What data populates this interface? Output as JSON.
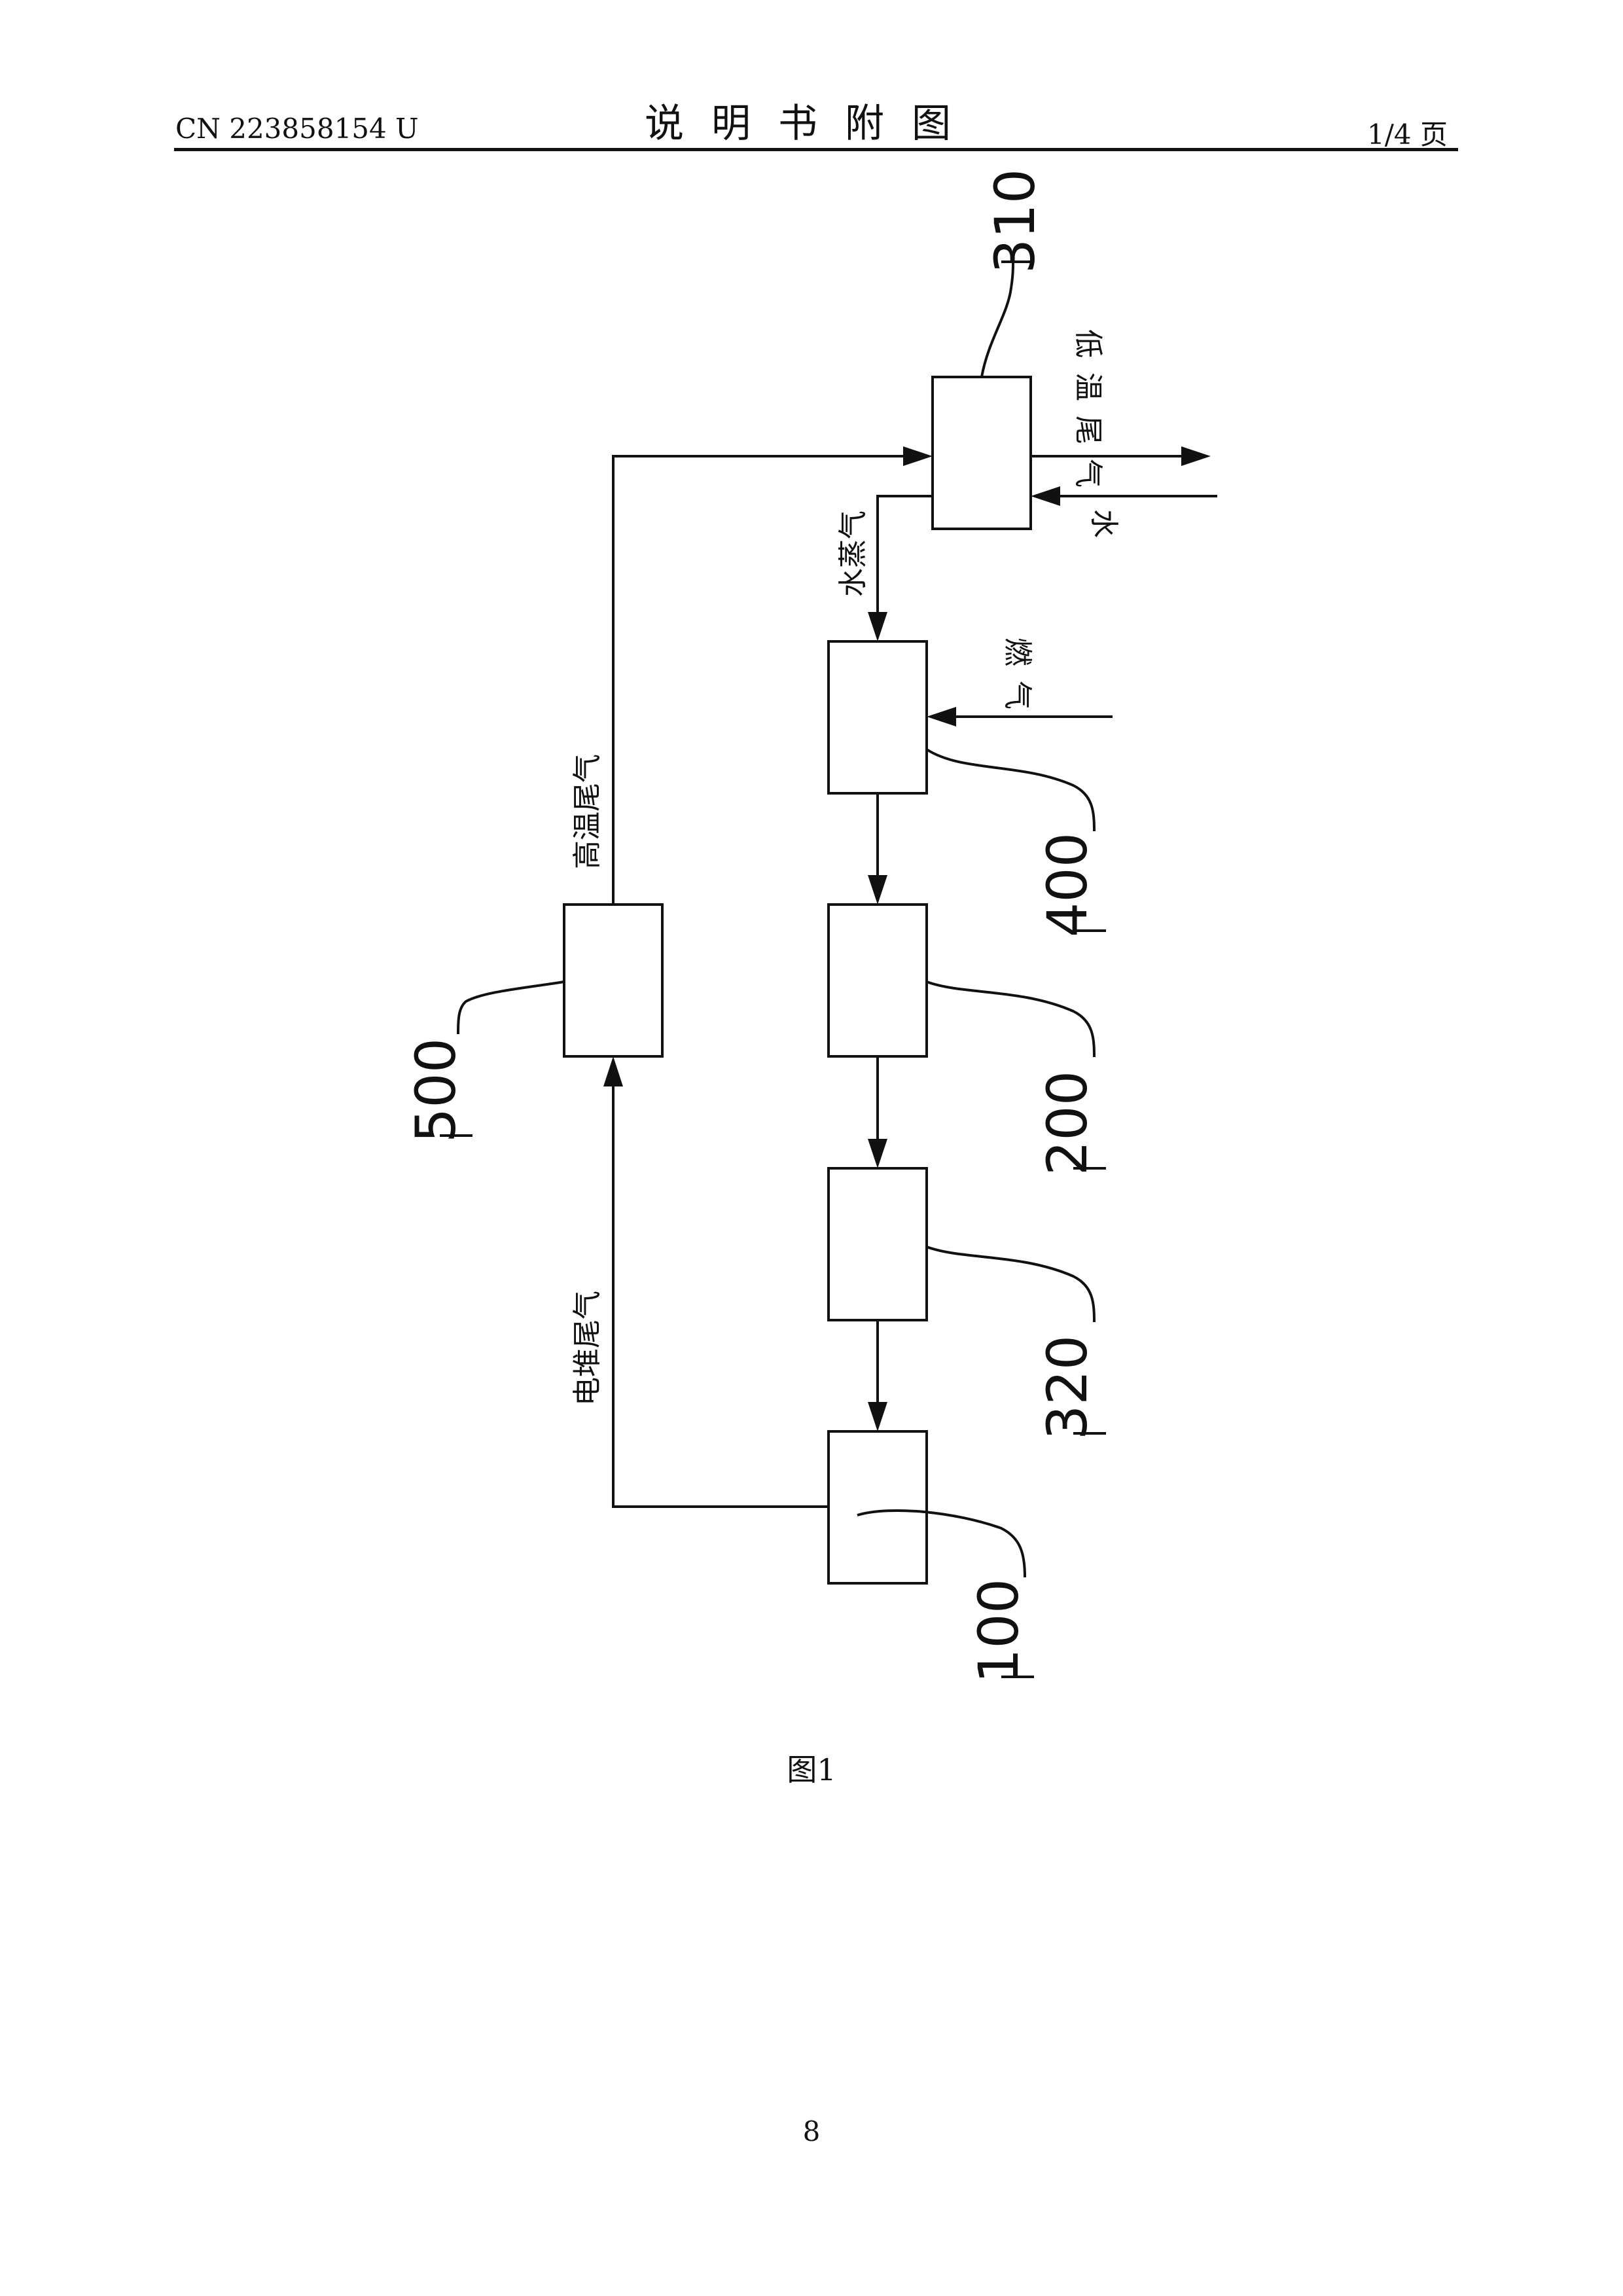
{
  "header": {
    "doc_number": "CN 223858154 U",
    "title": "说明书附图",
    "page_ref": "1/4 页"
  },
  "figure": {
    "labels": {
      "high_temp_exhaust": "高温尾气",
      "low_temp_exhaust": "低温尾气",
      "water": "水",
      "steam": "水蒸气",
      "fuel_gas": "燃气",
      "stack_exhaust": "电堆尾气"
    },
    "refs": {
      "r310": "310",
      "r400": "400",
      "r200": "200",
      "r320": "320",
      "r100": "100",
      "r500": "500"
    },
    "caption": "图1"
  },
  "page_number": "8"
}
